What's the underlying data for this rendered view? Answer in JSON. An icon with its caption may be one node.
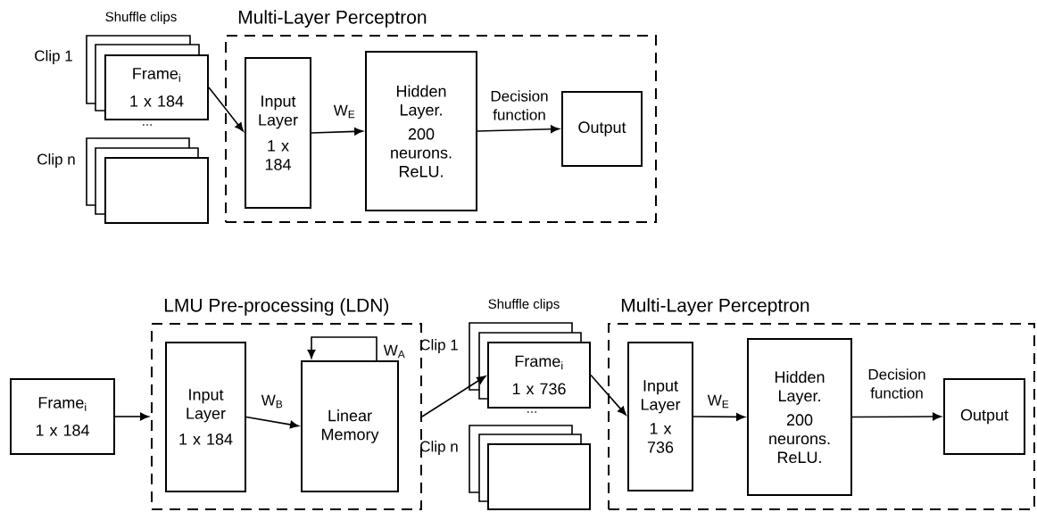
{
  "diagram": {
    "nodes": [
      {
        "text": [
          "Multi-Layer Perceptron"
        ]
      },
      {
        "text": [
          "Frame$_{i}$",
          "1 x 184"
        ]
      },
      {
        "text": [],
        "shape": "box"
      },
      {
        "text": [
          "Input Layer",
          "1 x 184"
        ],
        "in": 0
      },
      {
        "text": [
          "Hidden Layer.",
          "200 neurons. ReLU."
        ],
        "in": 0
      },
      {
        "text": [
          "Output"
        ],
        "in": 0
      },
      {
        "text": [
          "Frame$_{i}$",
          "1 x 184"
        ]
      },
      {
        "text": [
          "LMU Pre-processing (LDN)"
        ]
      },
      {
        "text": [
          "Input Layer",
          "1 x 184"
        ],
        "in": 7
      },
      {
        "text": [
          "Linear Memory"
        ],
        "in": 7
      },
      {
        "text": [
          "Frame$_{i}$",
          "1 x 736"
        ]
      },
      {
        "text": [],
        "shape": "box"
      },
      {
        "text": [
          "Multi-Layer Perceptron"
        ]
      },
      {
        "text": [
          "Input Layer",
          "1 x 736"
        ],
        "in": 12
      },
      {
        "text": [
          "Hidden Layer.",
          "200 neurons. ReLU."
        ],
        "in": 12
      },
      {
        "text": [
          "Output"
        ],
        "in": 12
      }
    ],
    "edges": [
      {
        "from": 1,
        "to": 3,
        "arrow": "to"
      },
      {
        "from": 3,
        "to": 4,
        "arrow": "to",
        "label": "W$_{E}$"
      },
      {
        "from": 4,
        "to": 5,
        "arrow": "to",
        "label": "Decision function"
      },
      {
        "from": 6,
        "to": 7,
        "arrow": "to"
      },
      {
        "from": 8,
        "to": 9,
        "arrow": "to",
        "label": "W$_{B}$"
      },
      {
        "from": 9,
        "to": 9,
        "arrow": "to",
        "label": "W$_{A}$"
      },
      {
        "from": 7,
        "to": 10,
        "arrow": "to"
      },
      {
        "from": 10,
        "to": 13,
        "arrow": "to"
      },
      {
        "from": 13,
        "to": 14,
        "arrow": "to",
        "label": "W$_{E}$"
      },
      {
        "from": 14,
        "to": 15,
        "arrow": "to",
        "label": "Decision function"
      }
    ],
    "labels": [
      "Shuffle clips",
      "Clip 1",
      "...",
      "Clip n",
      "Shuffle clips",
      "Clip 1",
      "...",
      "Clip n"
    ]
  }
}
